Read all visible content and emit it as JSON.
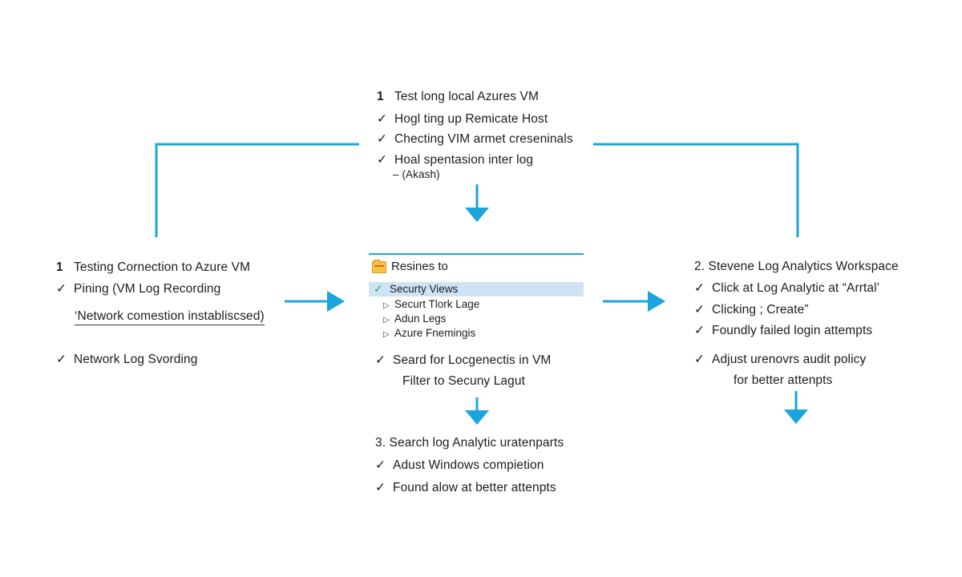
{
  "colors": {
    "connector": "#1ca4de",
    "selection": "#cfe3f6",
    "check_green": "#22a03a"
  },
  "top_step": {
    "title_num": "1",
    "title": "Test long local Azures VM",
    "items": [
      "Hogl ting up Remicate Host",
      "Checting VIM armet creseninals",
      "Hoal spentasion inter log"
    ],
    "note": "– (Akash)"
  },
  "left_step": {
    "title_num": "1",
    "title": "Testing Cornection to Azure VM",
    "item1": "Pining (VM Log Recording",
    "quote": "‘Network comestion instabliscsed)",
    "item2": "Network Log Svording"
  },
  "center_window": {
    "title": "Resines to",
    "selected": "Securty Views",
    "tree": [
      "Securt Tlork Lage",
      "Adun Legs",
      "Azure Fnemingis"
    ],
    "item1": "Seard for Locgenectis in VM",
    "item1_sub": "Filter to Secuny Lagut"
  },
  "right_step": {
    "title": "2. Stevene Log Analytics Workspace",
    "items": [
      "Click at Log Analytic at “Arrtal’",
      "Clicking ; Create”",
      "Foundly failed login attempts",
      "Adjust urenovrs audit policy"
    ],
    "last_sub": "for better attenpts"
  },
  "bottom_step": {
    "title": "3. Search log Analytic uratenparts",
    "items": [
      "Adust Windows compietion",
      "Found alow at better attenpts"
    ]
  },
  "icons": [
    "check-icon",
    "arrow-right-icon",
    "arrow-down-icon",
    "folder-icon",
    "triangle-right-icon"
  ]
}
